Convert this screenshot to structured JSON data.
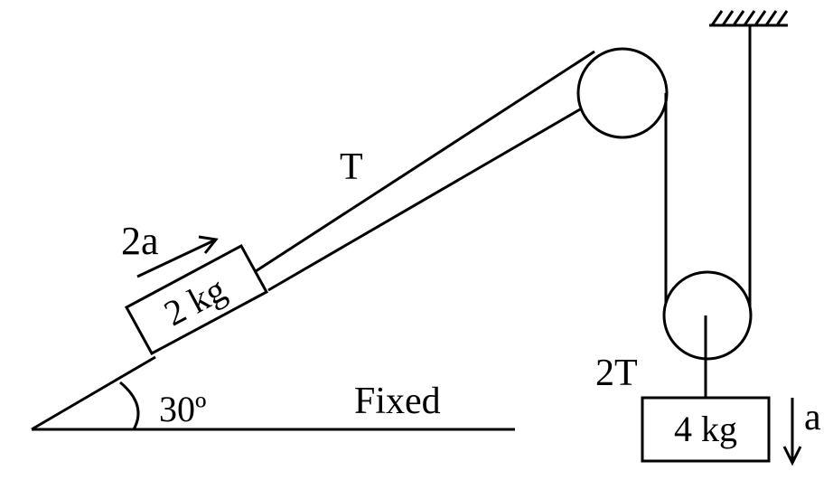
{
  "labels": {
    "tension_incline": "T",
    "tension_pulley": "2T",
    "accel_block": "2a",
    "accel_hanging": "a",
    "angle": "30º",
    "fixed": "Fixed"
  },
  "blocks": {
    "incline_mass": "2 kg",
    "hanging_mass": "4 kg"
  },
  "colors": {
    "ink": "#000000",
    "background": "#ffffff"
  }
}
